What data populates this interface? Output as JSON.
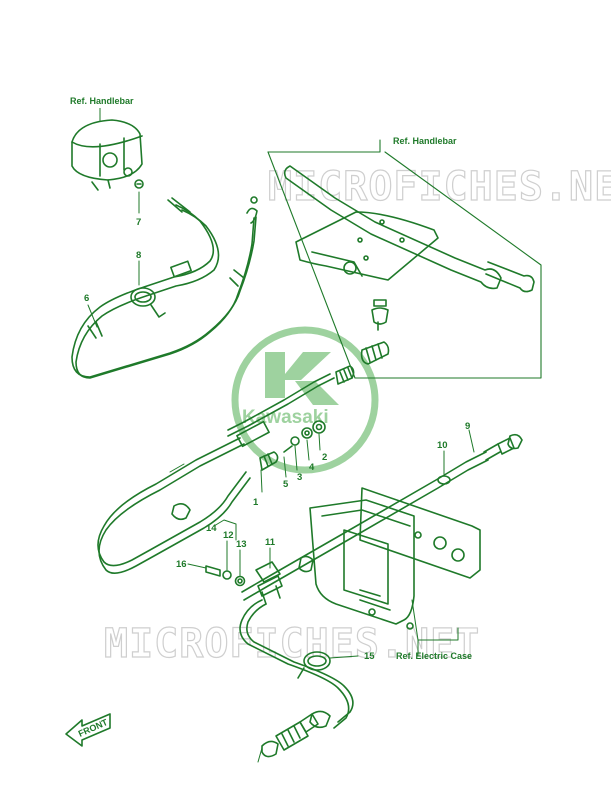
{
  "watermark": {
    "top": "MICROFICHES.NET",
    "bottom": "MICROFICHES.NET"
  },
  "logo": {
    "brand": "Kawasaki"
  },
  "references": {
    "handlebar_left": "Ref. Handlebar",
    "handlebar_right": "Ref. Handlebar",
    "electric_case": "Ref. Electric Case"
  },
  "callouts": [
    "1",
    "2",
    "3",
    "4",
    "5",
    "6",
    "7",
    "8",
    "9",
    "10",
    "11",
    "12",
    "13",
    "14",
    "15",
    "16"
  ],
  "front_label": "FRONT",
  "colors": {
    "line": "#1f7a2a",
    "watermark": "#cfcfcf",
    "logo": "#9ed29f"
  }
}
